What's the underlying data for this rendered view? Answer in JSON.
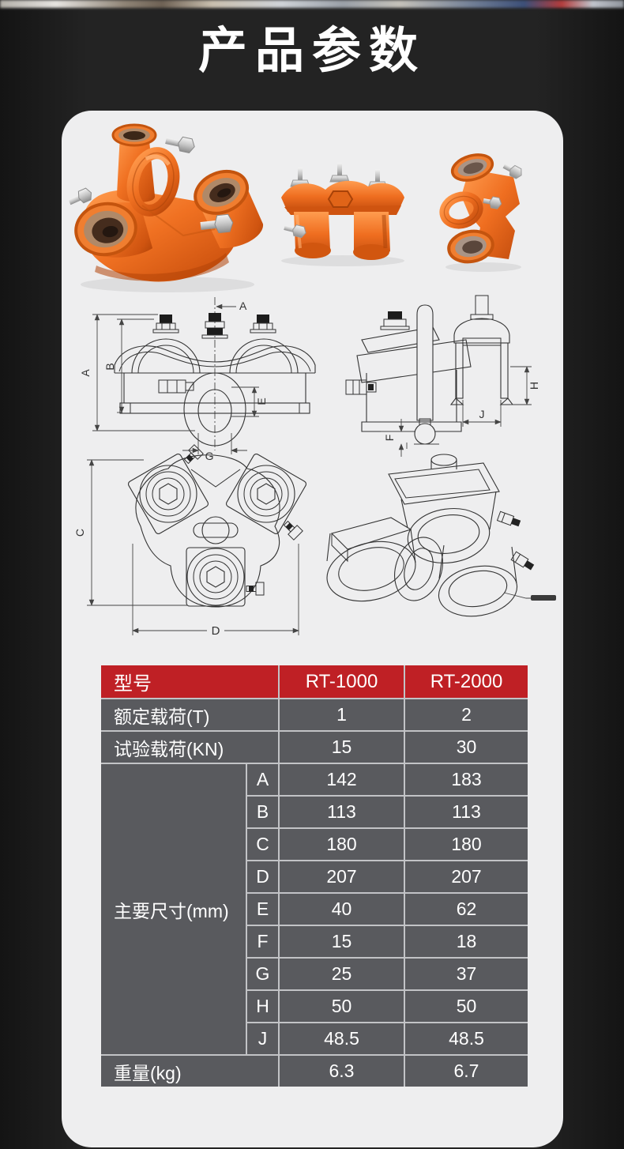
{
  "page": {
    "title": "产品参数"
  },
  "diagrams": {
    "front": {
      "a_top": "A",
      "a": "A",
      "b": "B",
      "e": "E",
      "g": "G"
    },
    "side": {
      "f": "F",
      "h": "H",
      "j": "J"
    },
    "top": {
      "c": "C",
      "d": "D"
    }
  },
  "table": {
    "header": {
      "model": "型号",
      "col1": "RT-1000",
      "col2": "RT-2000"
    },
    "load_rows": [
      {
        "label": "额定载荷(T)",
        "rt1000": "1",
        "rt2000": "2"
      },
      {
        "label": "试验载荷(KN)",
        "rt1000": "15",
        "rt2000": "30"
      }
    ],
    "dim_group_label": "主要尺寸(mm)",
    "dim_rows": [
      {
        "dim": "A",
        "rt1000": "142",
        "rt2000": "183"
      },
      {
        "dim": "B",
        "rt1000": "113",
        "rt2000": "113"
      },
      {
        "dim": "C",
        "rt1000": "180",
        "rt2000": "180"
      },
      {
        "dim": "D",
        "rt1000": "207",
        "rt2000": "207"
      },
      {
        "dim": "E",
        "rt1000": "40",
        "rt2000": "62"
      },
      {
        "dim": "F",
        "rt1000": "15",
        "rt2000": "18"
      },
      {
        "dim": "G",
        "rt1000": "25",
        "rt2000": "37"
      },
      {
        "dim": "H",
        "rt1000": "50",
        "rt2000": "50"
      },
      {
        "dim": "J",
        "rt1000": "48.5",
        "rt2000": "48.5"
      }
    ],
    "weight_row": {
      "label": "重量(kg)",
      "rt1000": "6.3",
      "rt2000": "6.7"
    },
    "colors": {
      "header_bg": "#bf2025",
      "row_bg": "#595a5e",
      "divider": "#c2c3c6",
      "page_bg": "#1f1f1f",
      "card_bg": "#eeeeef",
      "product_orange": "#ee6c1e"
    }
  }
}
